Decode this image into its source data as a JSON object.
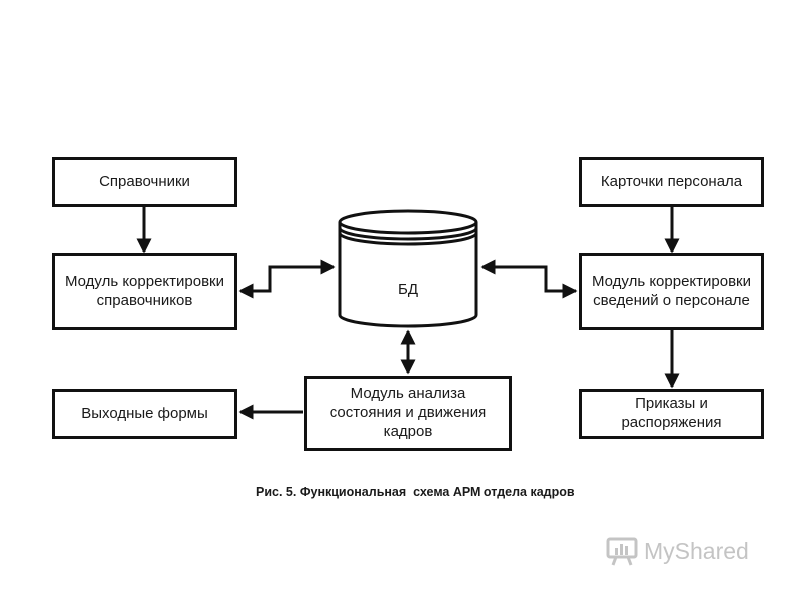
{
  "diagram": {
    "nodes": {
      "spravochniki": {
        "lines": [
          "Справочники"
        ]
      },
      "modul_spravochnikov": {
        "lines": [
          "Модуль корректировки",
          "справочников"
        ]
      },
      "vykhodnye_formy": {
        "lines": [
          "Выходные формы"
        ]
      },
      "bd": {
        "lines": [
          "БД"
        ]
      },
      "modul_analiza": {
        "lines": [
          "Модуль анализа",
          "состояния и движения",
          "кадров"
        ]
      },
      "kartochki": {
        "lines": [
          "Карточки персонала"
        ]
      },
      "modul_personala": {
        "lines": [
          "Модуль корректировки",
          "сведений о персонале"
        ]
      },
      "prikazy": {
        "lines": [
          "Приказы и",
          "распоряжения"
        ]
      }
    },
    "caption": "Рис. 5. Функциональная  схема АРМ отдела кадров"
  },
  "watermark": {
    "text": "MyShared"
  },
  "colors": {
    "line": "#111111",
    "watermark": "#c4c4c4"
  }
}
